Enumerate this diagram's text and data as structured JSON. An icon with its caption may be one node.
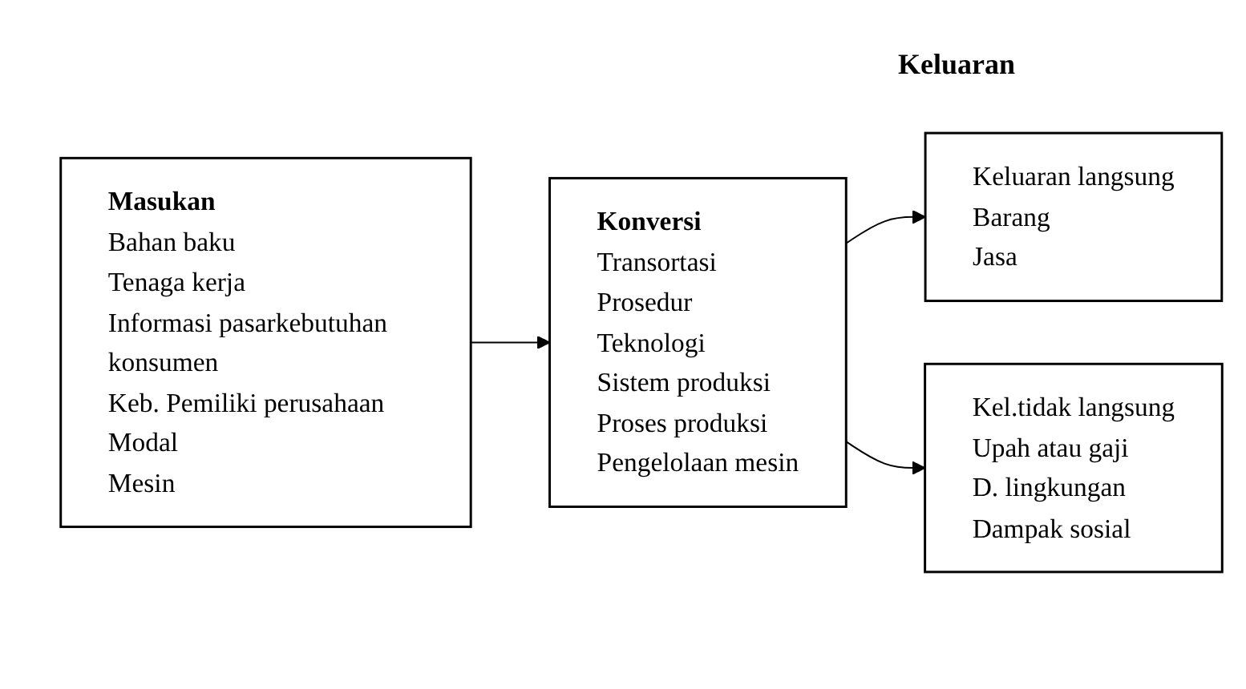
{
  "diagram": {
    "nodes": [
      {
        "text": [
          "Masukan",
          "Bahan baku",
          "Tenaga kerja",
          "Informasi pasarkebutuhan konsumen",
          "Keb. Pemiliki perusahaan",
          "Modal",
          "Mesin"
        ]
      },
      {
        "text": [
          "Konversi",
          "Transortasi",
          "Prosedur",
          "Teknologi",
          "Sistem produksi",
          "Proses produksi",
          "Pengelolaan mesin"
        ]
      },
      {
        "text": [
          "Keluaran langsung",
          "Barang",
          "Jasa"
        ]
      },
      {
        "text": [
          "Kel.tidak langsung",
          "Upah atau gaji",
          "D. lingkungan",
          "Dampak sosial"
        ]
      }
    ],
    "edges": [
      {
        "from": 0,
        "to": 1,
        "arrow": "to"
      },
      {
        "from": 1,
        "to": 2,
        "arrow": "to"
      },
      {
        "from": 1,
        "to": 3,
        "arrow": "to"
      }
    ],
    "labels": [
      "Keluaran"
    ]
  }
}
